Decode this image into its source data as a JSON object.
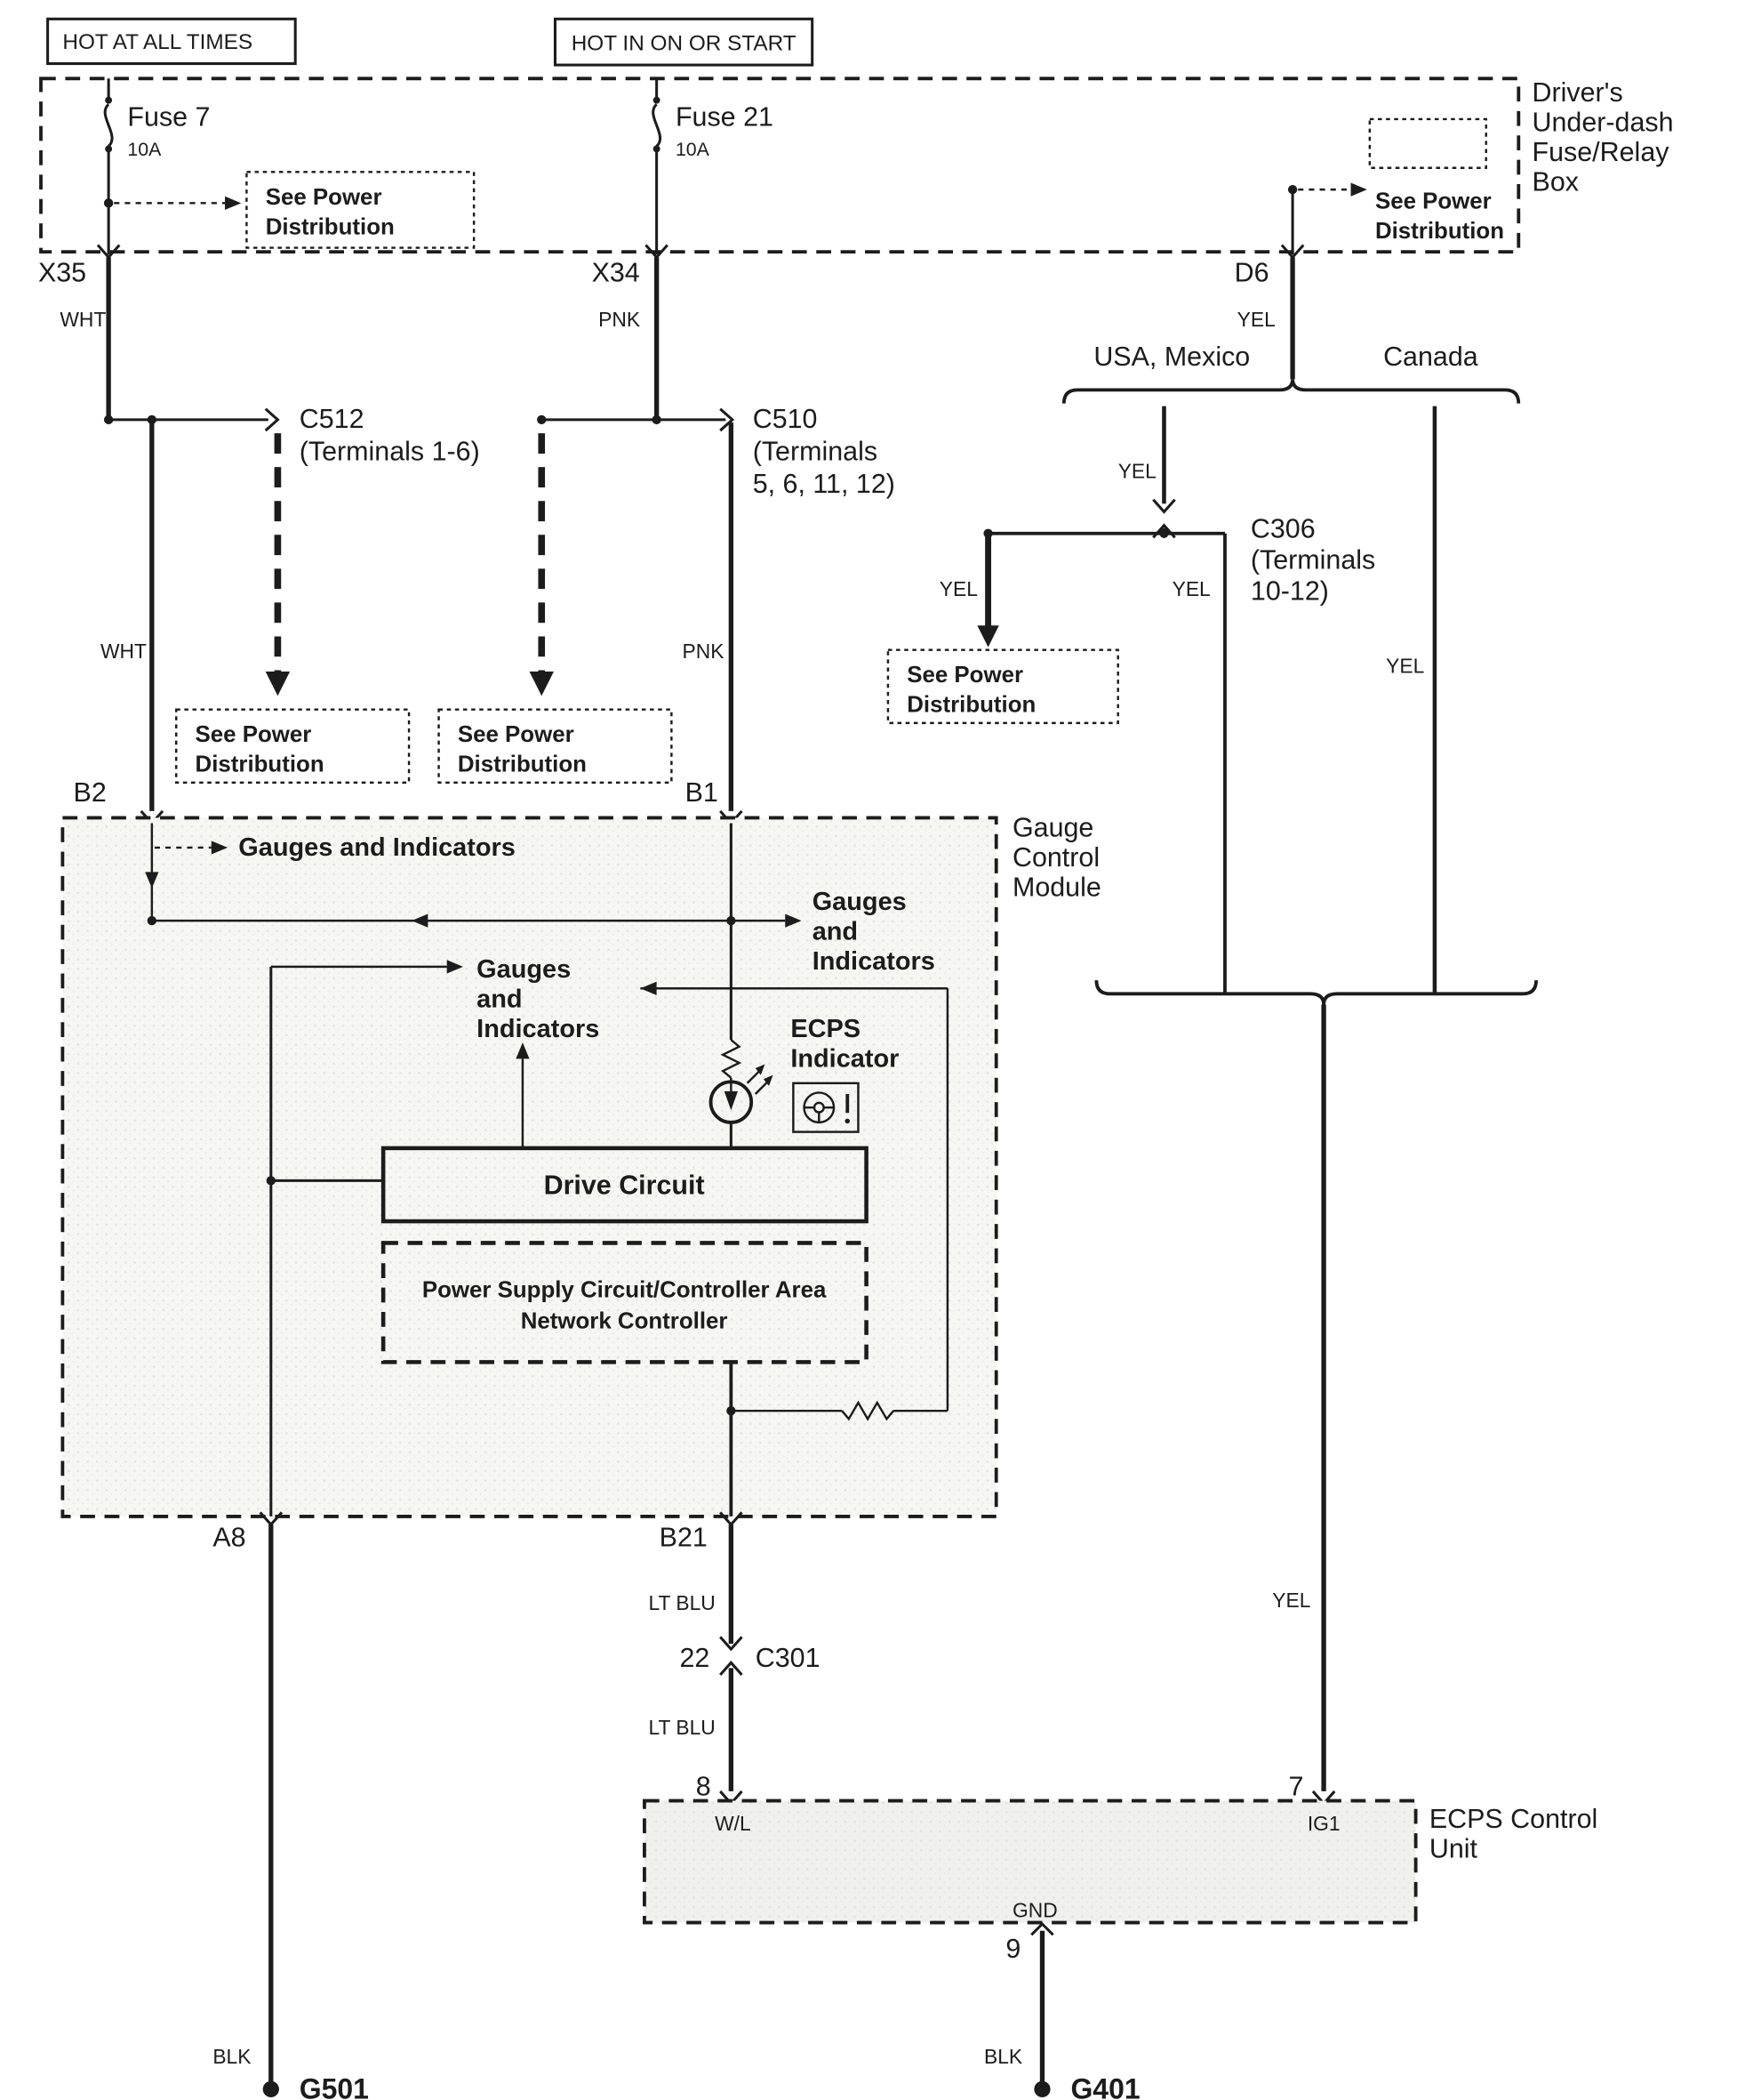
{
  "colors": {
    "line": "#1c1c1c",
    "module_fill": "#f6f6f3",
    "unit_fill": "#f0f0ed"
  },
  "banners": {
    "hot_at_all_times": "HOT AT ALL TIMES",
    "hot_in_on_or_start": "HOT IN ON OR START"
  },
  "fuse_box": {
    "title": [
      "Driver's",
      "Under-dash",
      "Fuse/Relay",
      "Box"
    ],
    "fuse7": {
      "name": "Fuse 7",
      "rating": "10A"
    },
    "fuse21": {
      "name": "Fuse 21",
      "rating": "10A"
    }
  },
  "see_power": {
    "line1": "See Power",
    "line2": "Distribution"
  },
  "regions": {
    "usa_mexico": "USA, Mexico",
    "canada": "Canada"
  },
  "connectors": {
    "x35": "X35",
    "x34": "X34",
    "d6": "D6",
    "c512": {
      "name": "C512",
      "terminals": "(Terminals 1-6)"
    },
    "c510": {
      "name": "C510",
      "terminals": [
        "(Terminals",
        "5, 6, 11, 12)"
      ]
    },
    "c306": {
      "name": "C306",
      "terminals": [
        "(Terminals",
        "10-12)"
      ]
    },
    "c301": {
      "name": "C301",
      "pin_in": "22",
      "pin_out": "8"
    },
    "b2": "B2",
    "b1": "B1",
    "a8": "A8",
    "b21": "B21",
    "pin7": "7",
    "pin9": "9"
  },
  "wire_colors": {
    "wht": "WHT",
    "pnk": "PNK",
    "yel": "YEL",
    "lt_blu": "LT BLU",
    "blk": "BLK",
    "wl": "W/L",
    "ig1": "IG1",
    "gnd": "GND"
  },
  "gauge_module": {
    "title": [
      "Gauge",
      "Control",
      "Module"
    ],
    "gauges_and_indicators": "Gauges and Indicators",
    "gauges_stack": [
      "Gauges",
      "and",
      "Indicators"
    ],
    "ecps_indicator": [
      "ECPS",
      "Indicator"
    ],
    "drive_circuit": "Drive Circuit",
    "power_supply": [
      "Power Supply Circuit/Controller Area",
      "Network Controller"
    ]
  },
  "ecps_unit": {
    "title": [
      "ECPS Control",
      "Unit"
    ]
  },
  "grounds": {
    "g501": "G501",
    "g401": "G401"
  }
}
